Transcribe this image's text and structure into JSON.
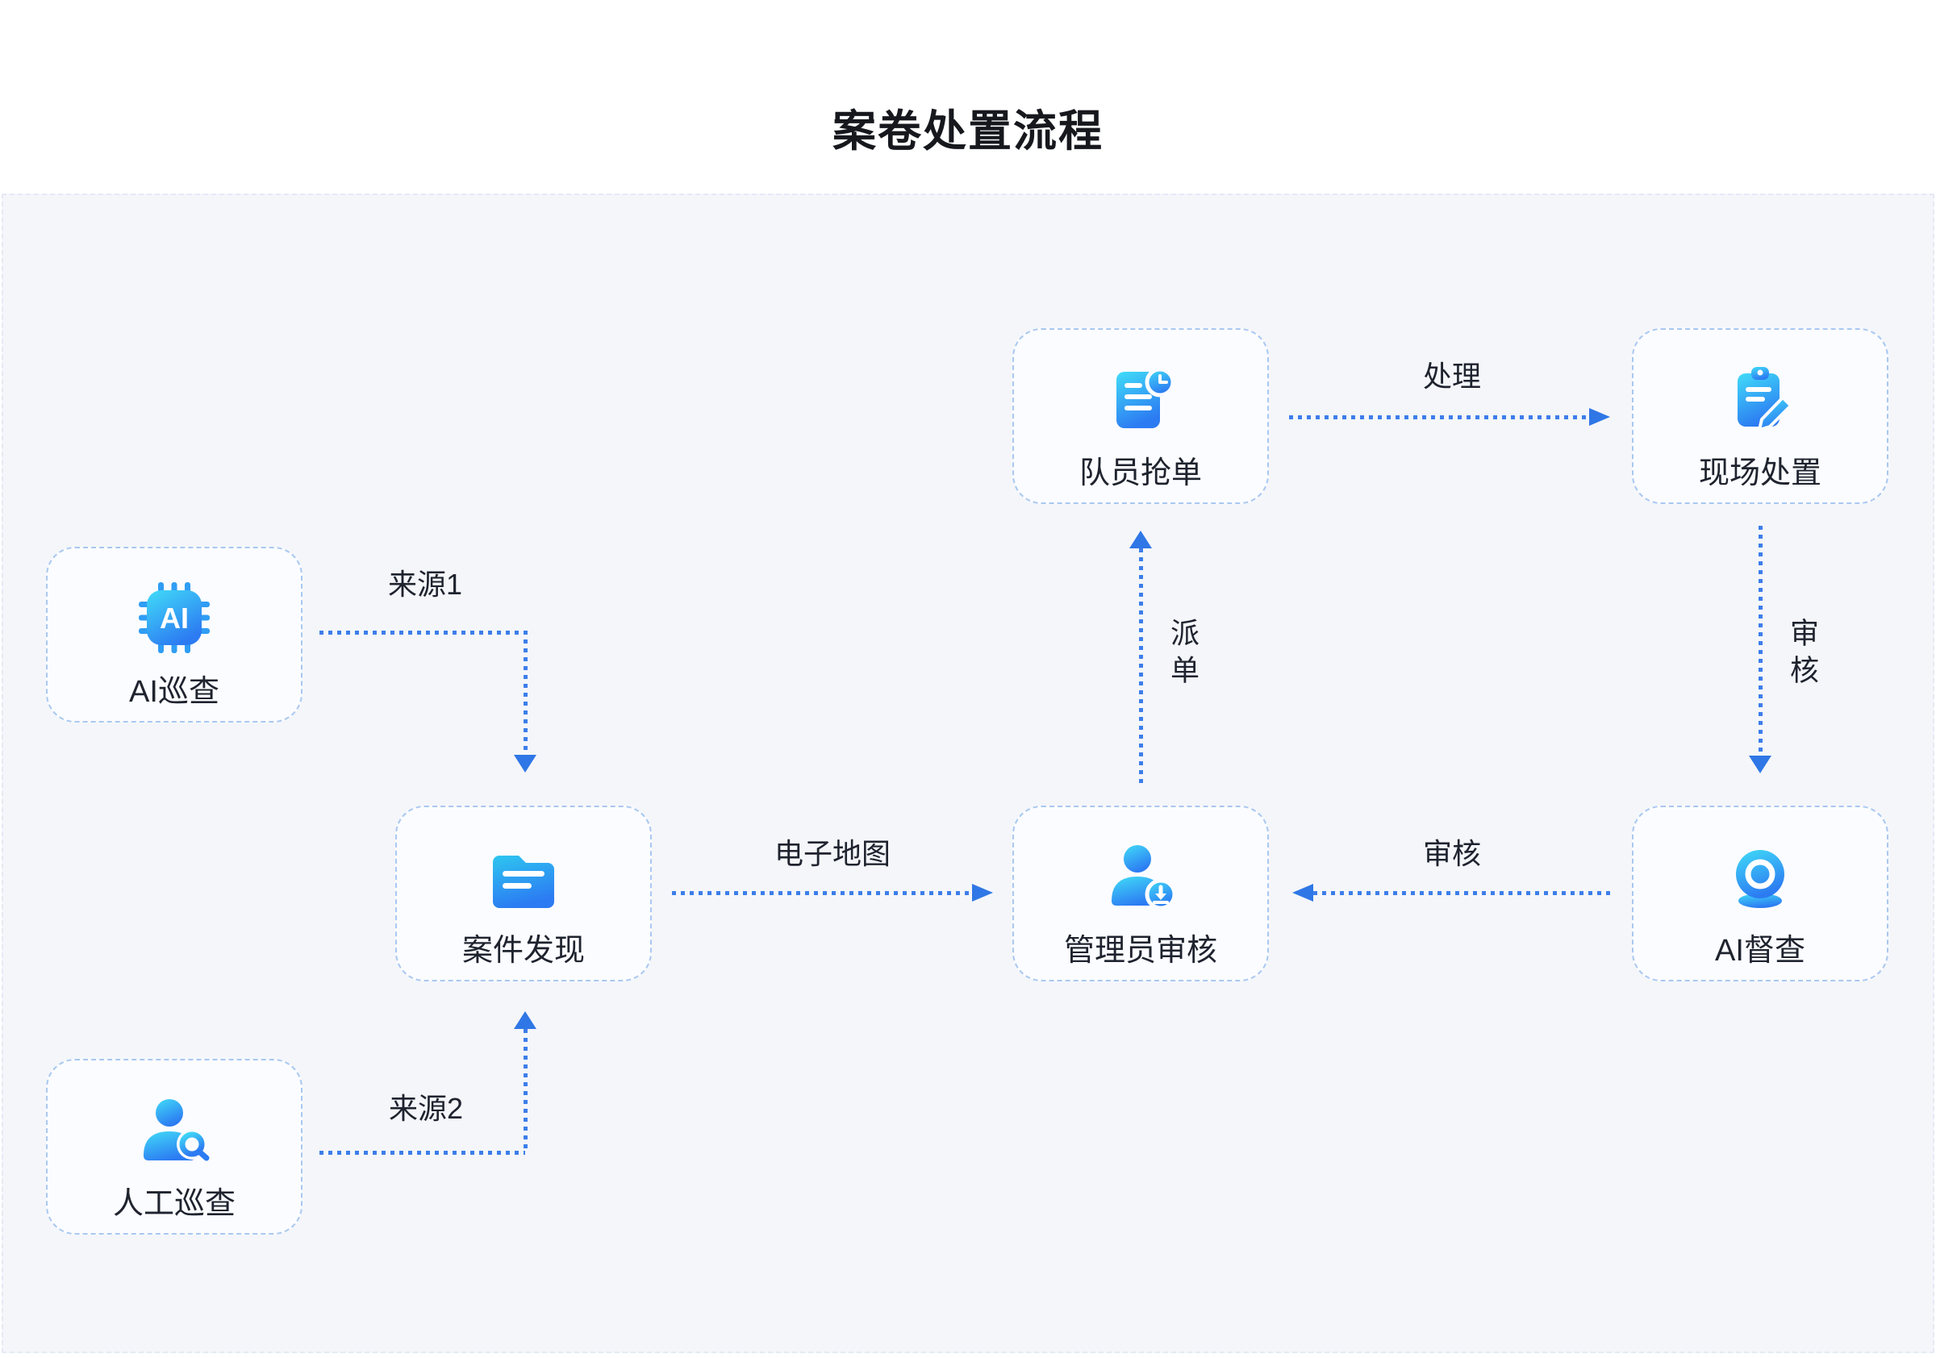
{
  "title": "案卷处置流程",
  "diagram": {
    "nodes": [
      {
        "id": "ai-patrol",
        "label": "AI巡查",
        "icon": "ai-chip-icon"
      },
      {
        "id": "manual-patrol",
        "label": "人工巡查",
        "icon": "person-search-icon"
      },
      {
        "id": "case-discovery",
        "label": "案件发现",
        "icon": "folder-icon"
      },
      {
        "id": "admin-review",
        "label": "管理员审核",
        "icon": "person-download-icon"
      },
      {
        "id": "team-grab-order",
        "label": "队员抢单",
        "icon": "document-clock-icon"
      },
      {
        "id": "onsite-disposal",
        "label": "现场处置",
        "icon": "clipboard-pen-icon"
      },
      {
        "id": "ai-supervision",
        "label": "AI督查",
        "icon": "webcam-icon"
      }
    ],
    "edges": [
      {
        "from": "ai-patrol",
        "to": "case-discovery",
        "label": "来源1",
        "shape": "right-then-down"
      },
      {
        "from": "manual-patrol",
        "to": "case-discovery",
        "label": "来源2",
        "shape": "right-then-up"
      },
      {
        "from": "case-discovery",
        "to": "admin-review",
        "label": "电子地图",
        "shape": "right"
      },
      {
        "from": "admin-review",
        "to": "team-grab-order",
        "label": "派单",
        "shape": "up"
      },
      {
        "from": "team-grab-order",
        "to": "onsite-disposal",
        "label": "处理",
        "shape": "right"
      },
      {
        "from": "onsite-disposal",
        "to": "ai-supervision",
        "label": "审核",
        "shape": "down"
      },
      {
        "from": "ai-supervision",
        "to": "admin-review",
        "label": "审核",
        "shape": "left"
      }
    ]
  },
  "colors": {
    "arrow": "#3d7ee9",
    "arrowhead": "#2f77e6",
    "node_border": "#a9c8f0",
    "node_bg": "#fbfcff",
    "panel_bg": "#f4f6fa",
    "icon_gradient_start": "#41dcf8",
    "icon_gradient_end": "#2c7bf2",
    "text": "#1e232e"
  }
}
